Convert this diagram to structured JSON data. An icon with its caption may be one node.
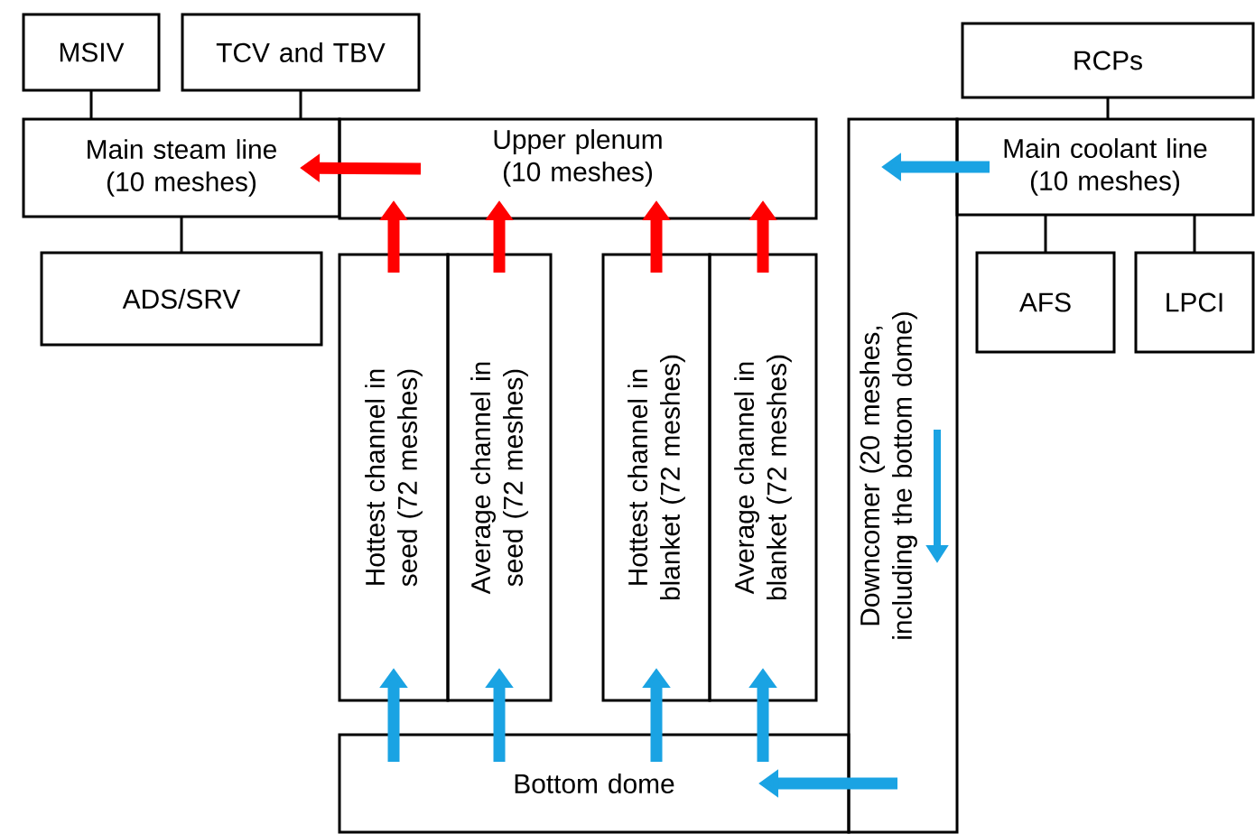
{
  "diagram": {
    "nodes": [
      {
        "text": [
          "MSIV"
        ]
      },
      {
        "text": [
          "TCV and TBV"
        ]
      },
      {
        "text": [
          "RCPs"
        ]
      },
      {
        "text": [
          "Main steam line (10 meshes)"
        ]
      },
      {
        "text": [
          "Upper plenum (10 meshes)"
        ]
      },
      {
        "text": [
          "Downcomer (20 meshes, including the bottom dome)"
        ]
      },
      {
        "text": [
          "Main coolant line (10 meshes)"
        ]
      },
      {
        "text": [
          "ADS/SRV"
        ]
      },
      {
        "text": [
          "AFS"
        ]
      },
      {
        "text": [
          "LPCI"
        ]
      },
      {
        "text": [
          "Hottest channel in seed (72 meshes)"
        ]
      },
      {
        "text": [
          "Average channel in seed (72 meshes)"
        ]
      },
      {
        "text": [
          "Hottest channel in blanket (72 meshes)"
        ]
      },
      {
        "text": [
          "Average channel in blanket (72 meshes)"
        ]
      },
      {
        "text": [
          "Bottom dome"
        ]
      }
    ],
    "edges": [
      {
        "from": 0,
        "to": 3,
        "arrow": "none"
      },
      {
        "from": 1,
        "to": 3,
        "arrow": "none"
      },
      {
        "from": 3,
        "to": 7,
        "arrow": "none"
      },
      {
        "from": 2,
        "to": 6,
        "arrow": "none"
      },
      {
        "from": 6,
        "to": 8,
        "arrow": "none"
      },
      {
        "from": 6,
        "to": 9,
        "arrow": "none"
      },
      {
        "from": 4,
        "to": 3,
        "arrow": "to",
        "color": "#ff0000"
      },
      {
        "from": 10,
        "to": 4,
        "arrow": "to",
        "color": "#ff0000"
      },
      {
        "from": 11,
        "to": 4,
        "arrow": "to",
        "color": "#ff0000"
      },
      {
        "from": 12,
        "to": 4,
        "arrow": "to",
        "color": "#ff0000"
      },
      {
        "from": 13,
        "to": 4,
        "arrow": "to",
        "color": "#ff0000"
      },
      {
        "from": 14,
        "to": 10,
        "arrow": "to",
        "color": "#1aa3e3"
      },
      {
        "from": 14,
        "to": 11,
        "arrow": "to",
        "color": "#1aa3e3"
      },
      {
        "from": 14,
        "to": 12,
        "arrow": "to",
        "color": "#1aa3e3"
      },
      {
        "from": 14,
        "to": 13,
        "arrow": "to",
        "color": "#1aa3e3"
      },
      {
        "from": 6,
        "to": 5,
        "arrow": "to",
        "color": "#1aa3e3"
      },
      {
        "from": 5,
        "to": 14,
        "arrow": "to",
        "color": "#1aa3e3"
      }
    ]
  }
}
